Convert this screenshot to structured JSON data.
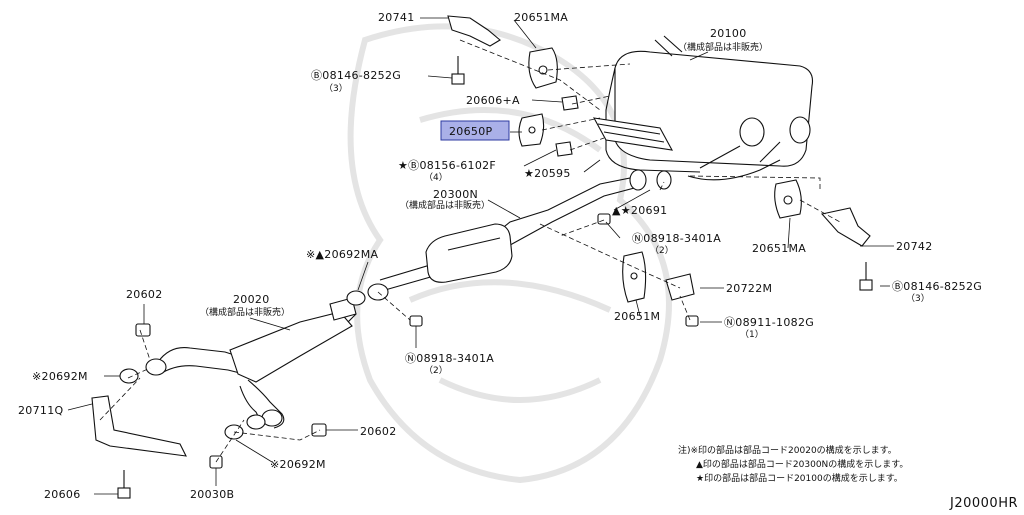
{
  "diagram": {
    "code": "J20000HR",
    "labels": {
      "p20741": "20741",
      "p20651ma_top": "20651MA",
      "p20100": "20100",
      "p20100_sub": "（構成部品は非販売）",
      "b08146_top": "Ⓑ08146-8252G",
      "b08146_top_qty": "（3）",
      "p20606a": "20606+A",
      "p20650p": "20650P",
      "b08156": "★Ⓑ08156-6102F",
      "b08156_qty": "（4）",
      "p20595": "★20595",
      "p20300n": "20300N",
      "p20300n_sub": "（構成部品は非販売）",
      "p20691": "▲★20691",
      "n08918_right": "Ⓝ08918-3401A",
      "n08918_right_qty": "（2）",
      "p20651ma_right": "20651MA",
      "p20742": "20742",
      "p20692ma": "※▲20692MA",
      "p20722m": "20722M",
      "b08146_right": "Ⓑ08146-8252G",
      "b08146_right_qty": "（3）",
      "p20602_top": "20602",
      "p20020": "20020",
      "p20020_sub": "（構成部品は非販売）",
      "p20651m": "20651M",
      "n08911": "Ⓝ08911-1082G",
      "n08911_qty": "（1）",
      "n08918_left": "Ⓝ08918-3401A",
      "n08918_left_qty": "（2）",
      "p20692m_left": "※20692M",
      "p20711q": "20711Q",
      "p20602_bottom": "20602",
      "p20692m_bottom": "※20692M",
      "p20606": "20606",
      "p20030b": "20030B"
    },
    "notes": [
      "注)※印の部品は部品コード20020の構成を示します。",
      "▲印の部品は部品コード20300Nの構成を示します。",
      "★印の部品は部品コード20100の構成を示します。"
    ],
    "highlighted_part": "20650P"
  }
}
